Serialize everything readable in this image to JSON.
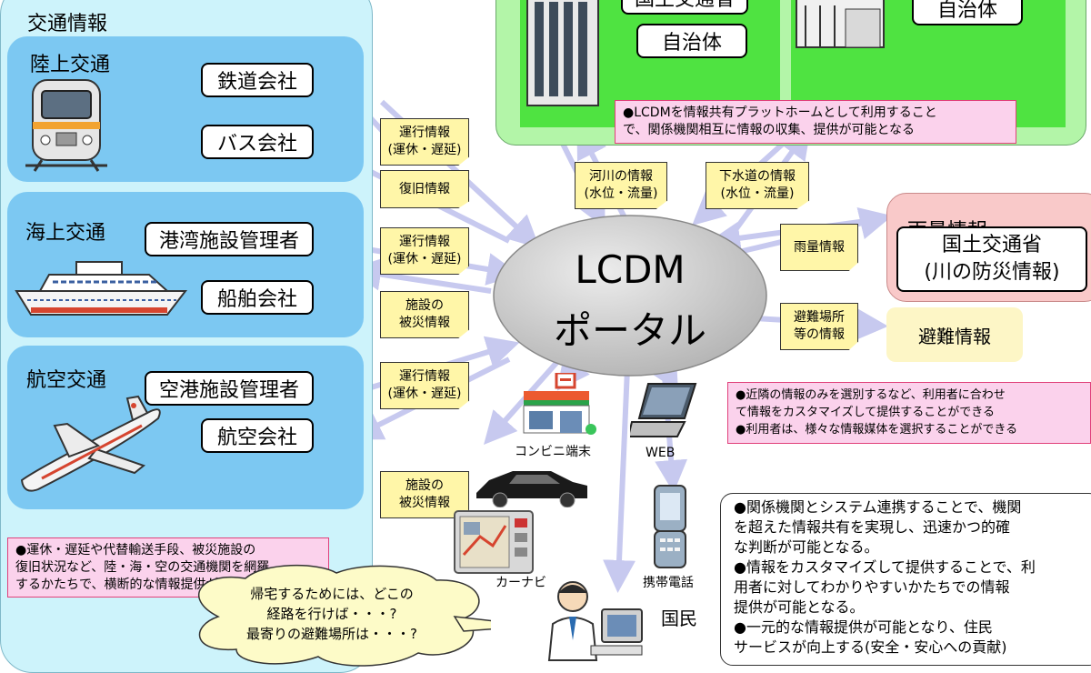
{
  "transport": {
    "title": "交通情報",
    "land": {
      "title": "陸上交通",
      "orgs": [
        "鉄道会社",
        "バス会社"
      ]
    },
    "sea": {
      "title": "海上交通",
      "orgs": [
        "港湾施設管理者",
        "船舶会社"
      ]
    },
    "air": {
      "title": "航空交通",
      "orgs": [
        "空港施設管理者",
        "航空会社"
      ]
    },
    "note": "●運休・遅延や代替輸送手段、被災施設の\n復旧状況など、陸・海・空の交通機関を網羅\nするかたちで、横断的な情報提供ができる"
  },
  "agencies": {
    "top_left_label": "国土交通省",
    "left_box": "自治体",
    "right_box": "自治体",
    "note": "●LCDMを情報共有プラットホームとして利用すること\nで、関係機関相互に情報の収集、提供が可能となる"
  },
  "notes_yellow": {
    "n1": "運行情報\n(運休・遅延)",
    "n2": "復旧情報",
    "n3": "運行情報\n(運休・遅延)",
    "n4": "施設の\n被災情報",
    "n5": "運行情報\n(運休・遅延)",
    "n6": "施設の\n被災情報",
    "river": "河川の情報\n(水位・流量)",
    "sewer": "下水道の情報\n(水位・流量)",
    "rain": "雨量情報",
    "shelter": "避難場所\n等の情報"
  },
  "center": {
    "line1": "LCDM",
    "line2": "ポータル"
  },
  "rain_panel": {
    "title": "雨量情報",
    "box": "国土交通省\n(川の防災情報)"
  },
  "evac_panel": {
    "label": "避難情報"
  },
  "right_note1": "●近隣の情報のみを選別するなど、利用者に合わせ\nて情報をカスタマイズして提供することができる\n●利用者は、様々な情報媒体を選択することができる",
  "right_note2": "●関係機関とシステム連携することで、機関\nを超えた情報共有を実現し、迅速かつ的確\nな判断が可能となる。\n●情報をカスタマイズして提供することで、利\n用者に対してわかりやすいかたちでの情報\n提供が可能となる。\n●一元的な情報提供が可能となり、住民\nサービスが向上する(安全・安心への貢献)",
  "media": {
    "conveni": "コンビニ端末",
    "web": "WEB",
    "carnavi": "カーナビ",
    "mobile": "携帯電話"
  },
  "citizen": {
    "label": "国民",
    "bubble": "帰宅するためには、どこの\n経路を行けば・・・?\n最寄りの避難場所は・・・?"
  },
  "colors": {
    "arrow": "#c7c9ef",
    "panel_blue": "#cdf3fb",
    "sub_blue": "#7cc8f2",
    "green": "#b3f5a8",
    "note_yellow": "#fff6a8",
    "pink": "#fbd2ec"
  }
}
